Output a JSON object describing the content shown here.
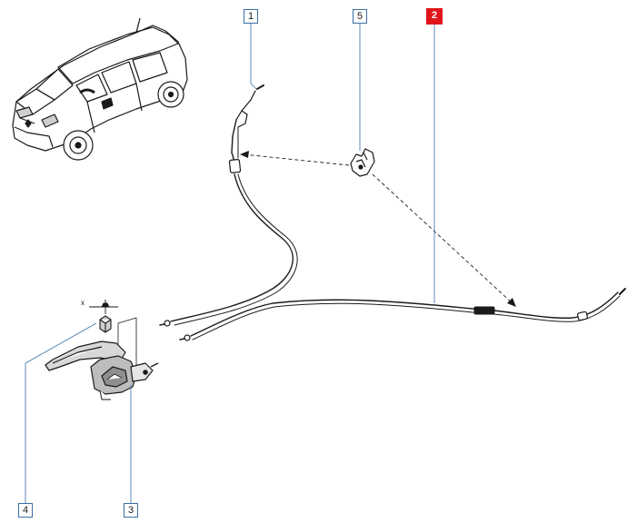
{
  "callouts": [
    {
      "id": "1",
      "label": "1",
      "highlighted": false
    },
    {
      "id": "5",
      "label": "5",
      "highlighted": false
    },
    {
      "id": "2",
      "label": "2",
      "highlighted": true
    },
    {
      "id": "4",
      "label": "4",
      "highlighted": false
    },
    {
      "id": "3",
      "label": "3",
      "highlighted": false
    }
  ],
  "axis_marker": "x",
  "colors": {
    "line": "#1a1a1a",
    "leader": "#3a6ea5",
    "highlight": "#e0161c"
  }
}
